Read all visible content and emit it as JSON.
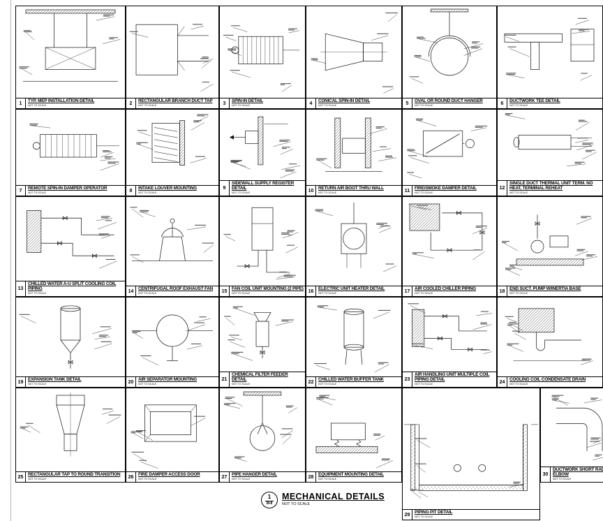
{
  "sheet": {
    "scale_note": "NOT TO SCALE",
    "footer": {
      "detail_number": "1",
      "sheet_ref": "M-8",
      "title": "MECHANICAL DETAILS",
      "scale": "NOT TO SCALE"
    },
    "details": [
      {
        "num": "1",
        "title": "TYP. MEP INSTALLATION DETAIL",
        "sketch": "duct-hanger"
      },
      {
        "num": "2",
        "title": "RECTANGULAR BRANCH DUCT TAP",
        "sketch": "duct-branch"
      },
      {
        "num": "3",
        "title": "SPIN-IN DETAIL",
        "sketch": "flex-duct"
      },
      {
        "num": "4",
        "title": "CONICAL SPIN-IN DETAIL",
        "sketch": "cone-fitting"
      },
      {
        "num": "5",
        "title": "OVAL OR ROUND DUCT HANGER",
        "sketch": "round-duct"
      },
      {
        "num": "6",
        "title": "DUCTWORK TEE DETAIL",
        "sketch": "duct-tee"
      },
      {
        "num": "7",
        "title": "REMOTE SPIN-IN DAMPER OPERATOR",
        "sketch": "flex-duct"
      },
      {
        "num": "8",
        "title": "INTAKE LOUVER MOUNTING",
        "sketch": "louver"
      },
      {
        "num": "9",
        "title": "SIDEWALL SUPPLY REGISTER DETAIL",
        "sketch": "register"
      },
      {
        "num": "10",
        "title": "RETURN AIR BOOT THRU WALL",
        "sketch": "wall-section"
      },
      {
        "num": "11",
        "title": "FIRE/SMOKE DAMPER DETAIL",
        "sketch": "damper"
      },
      {
        "num": "12",
        "title": "SINGLE DUCT THERMAL UNIT TERM. NO HEAT, TERMINAL REHEAT",
        "sketch": "terminal-unit"
      },
      {
        "num": "13",
        "title": "CHILLED WATER A-U SPLIT COOLING COIL PIPING",
        "sketch": "coil-piping"
      },
      {
        "num": "14",
        "title": "CENTRIFUGAL ROOF EXHAUST FAN",
        "sketch": "roof-fan"
      },
      {
        "num": "15",
        "title": "FAN COIL UNIT MOUNTING (2 PIPE)",
        "sketch": "vertical-unit"
      },
      {
        "num": "16",
        "title": "ELECTRIC UNIT HEATER DETAIL",
        "sketch": "unit-heater"
      },
      {
        "num": "17",
        "title": "AIR COOLED CHILLER PIPING",
        "sketch": "chiller"
      },
      {
        "num": "18",
        "title": "END SUCT. PUMP W/INERTIA BASE",
        "sketch": "pump"
      },
      {
        "num": "19",
        "title": "EXPANSION TANK DETAIL",
        "sketch": "tank-cone"
      },
      {
        "num": "20",
        "title": "AIR SEPARATOR MOUNTING",
        "sketch": "separator"
      },
      {
        "num": "21",
        "title": "CHEMICAL FILTER FEEDER DETAIL",
        "sketch": "feeder"
      },
      {
        "num": "22",
        "title": "CHILLED WATER BUFFER TANK",
        "sketch": "tank"
      },
      {
        "num": "23",
        "title": "AIR HANDLING UNIT MULTIPLE COIL PIPING DETAIL",
        "sketch": "coil-piping"
      },
      {
        "num": "24",
        "title": "COOLING COIL CONDENSATE DRAIN",
        "sketch": "drain-trap"
      },
      {
        "num": "25",
        "title": "RECTANGULAR TAP TO ROUND TRANSITION",
        "sketch": "transition"
      },
      {
        "num": "26",
        "title": "FIRE DAMPER ACCESS DOOR",
        "sketch": "access-door"
      },
      {
        "num": "27",
        "title": "PIPE HANGER DETAIL",
        "sketch": "pipe-hanger"
      },
      {
        "num": "28",
        "title": "EQUIPMENT MOUNTING DETAIL",
        "sketch": "equip-mount"
      },
      {
        "num": "29",
        "title": "PIPING PIT DETAIL",
        "sketch": "pit-section"
      },
      {
        "num": "30",
        "title": "DUCTWORK SHORT RAD. ELBOW",
        "sketch": "elbow"
      }
    ]
  }
}
